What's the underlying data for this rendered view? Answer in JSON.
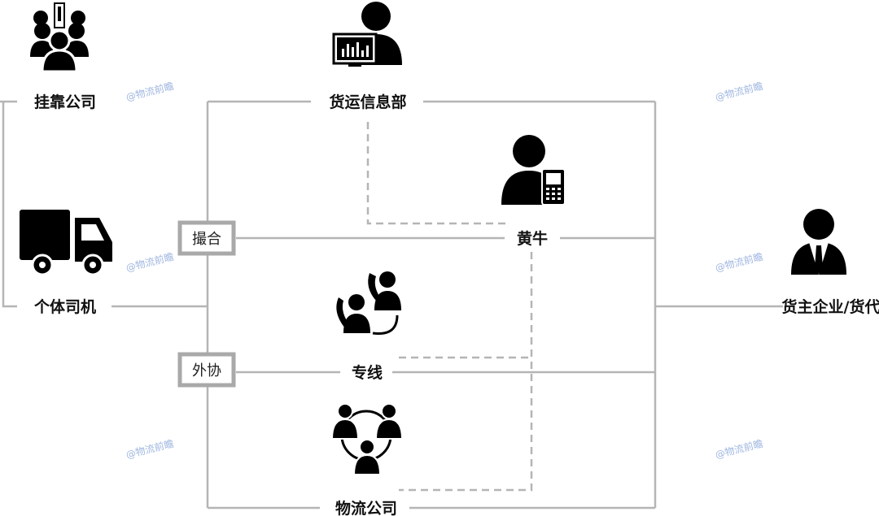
{
  "nodes": {
    "guakao": {
      "label": "挂靠公司",
      "icon": "group-alert-icon"
    },
    "huoyun": {
      "label": "货运信息部",
      "icon": "person-monitor-icon"
    },
    "huangniu": {
      "label": "黄牛",
      "icon": "person-phone-icon"
    },
    "geti": {
      "label": "个体司机",
      "icon": "truck-icon"
    },
    "huozhu": {
      "label": "货主企业/货代",
      "icon": "businessman-icon"
    },
    "zhuanxian": {
      "label": "专线",
      "icon": "phone-call-people-icon"
    },
    "wuliu": {
      "label": "物流公司",
      "icon": "network-people-icon"
    }
  },
  "tags": {
    "cuohe": "撮合",
    "waixie": "外协"
  },
  "watermark": "@物流前瞻",
  "colors": {
    "line": "#b5b5b5",
    "icon": "#000000",
    "watermark": "#9fb6e0"
  }
}
